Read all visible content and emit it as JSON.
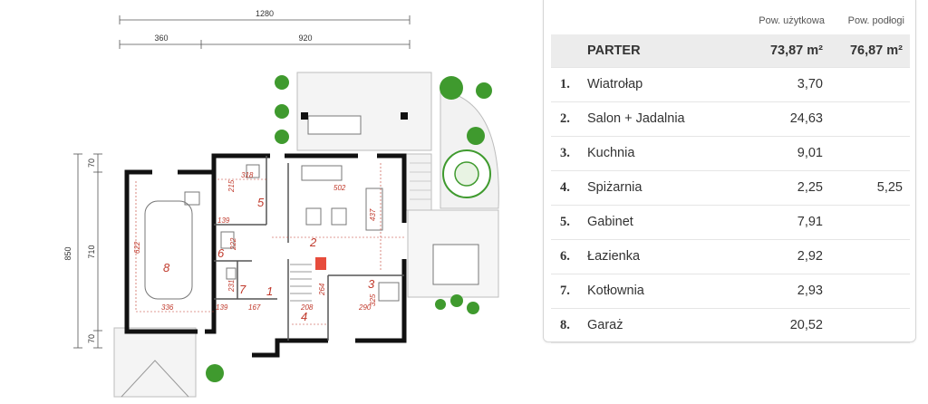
{
  "plan": {
    "dims_horizontal": {
      "total": "1280",
      "left": "360",
      "right": "920"
    },
    "dims_vertical": {
      "top": "70",
      "middle": "710",
      "bottom": "70",
      "total": "850"
    },
    "rooms": [
      {
        "no": "1"
      },
      {
        "no": "2"
      },
      {
        "no": "3"
      },
      {
        "no": "4"
      },
      {
        "no": "5"
      },
      {
        "no": "6"
      },
      {
        "no": "7"
      },
      {
        "no": "8"
      }
    ],
    "room_dims": [
      "318",
      "215",
      "502",
      "437",
      "139",
      "222",
      "622",
      "336",
      "231",
      "139",
      "167",
      "264",
      "208",
      "290",
      "325"
    ],
    "colors": {
      "wall": "#111111",
      "dimension_red": "#c0392b",
      "tree_green": "#3f9a2e",
      "paving": "#d9d9d9"
    }
  },
  "table": {
    "headers": {
      "usable": "Pow. użytkowa",
      "floor": "Pow. podłogi"
    },
    "summary": {
      "label": "PARTER",
      "usable": "73,87 m²",
      "floor": "76,87 m²"
    },
    "rows": [
      {
        "no": "1.",
        "name": "Wiatrołap",
        "usable": "3,70",
        "floor": ""
      },
      {
        "no": "2.",
        "name": "Salon + Jadalnia",
        "usable": "24,63",
        "floor": ""
      },
      {
        "no": "3.",
        "name": "Kuchnia",
        "usable": "9,01",
        "floor": ""
      },
      {
        "no": "4.",
        "name": "Spiżarnia",
        "usable": "2,25",
        "floor": "5,25"
      },
      {
        "no": "5.",
        "name": "Gabinet",
        "usable": "7,91",
        "floor": ""
      },
      {
        "no": "6.",
        "name": "Łazienka",
        "usable": "2,92",
        "floor": ""
      },
      {
        "no": "7.",
        "name": "Kotłownia",
        "usable": "2,93",
        "floor": ""
      },
      {
        "no": "8.",
        "name": "Garaż",
        "usable": "20,52",
        "floor": ""
      }
    ]
  }
}
